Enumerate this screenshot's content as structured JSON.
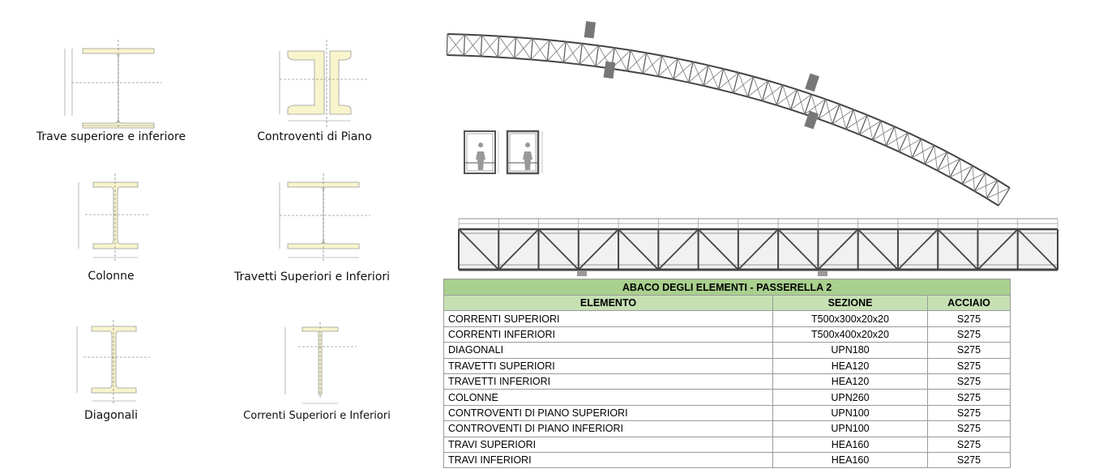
{
  "sections": [
    {
      "label": "Trave superiore e inferiore",
      "shape": "I-wide"
    },
    {
      "label": "Controventi di Piano",
      "shape": "double-channel"
    },
    {
      "label": "Colonne",
      "shape": "I-narrow"
    },
    {
      "label": "Travetti Superiori e Inferiori",
      "shape": "I-wide"
    },
    {
      "label": "Diagonali",
      "shape": "I-narrow"
    },
    {
      "label": "Correnti Superiori e Inferiori",
      "shape": "T"
    }
  ],
  "table": {
    "title": "ABACO DEGLI ELEMENTI - PASSERELLA 2",
    "headers": [
      "ELEMENTO",
      "SEZIONE",
      "ACCIAIO"
    ],
    "rows": [
      [
        "CORRENTI SUPERIORI",
        "T500x300x20x20",
        "S275"
      ],
      [
        "CORRENTI INFERIORI",
        "T500x400x20x20",
        "S275"
      ],
      [
        "DIAGONALI",
        "UPN180",
        "S275"
      ],
      [
        "TRAVETTI SUPERIORI",
        "HEA120",
        "S275"
      ],
      [
        "TRAVETTI INFERIORI",
        "HEA120",
        "S275"
      ],
      [
        "COLONNE",
        "UPN260",
        "S275"
      ],
      [
        "CONTROVENTI DI PIANO SUPERIORI",
        "UPN100",
        "S275"
      ],
      [
        "CONTROVENTI DI PIANO INFERIORI",
        "UPN100",
        "S275"
      ],
      [
        "TRAVI SUPERIORI",
        "HEA160",
        "S275"
      ],
      [
        "TRAVI INFERIORI",
        "HEA160",
        "S275"
      ]
    ]
  },
  "colors": {
    "section_fill": "#f8f4cc",
    "title_bg": "#a9d08e",
    "header_bg": "#c6e0b4"
  }
}
